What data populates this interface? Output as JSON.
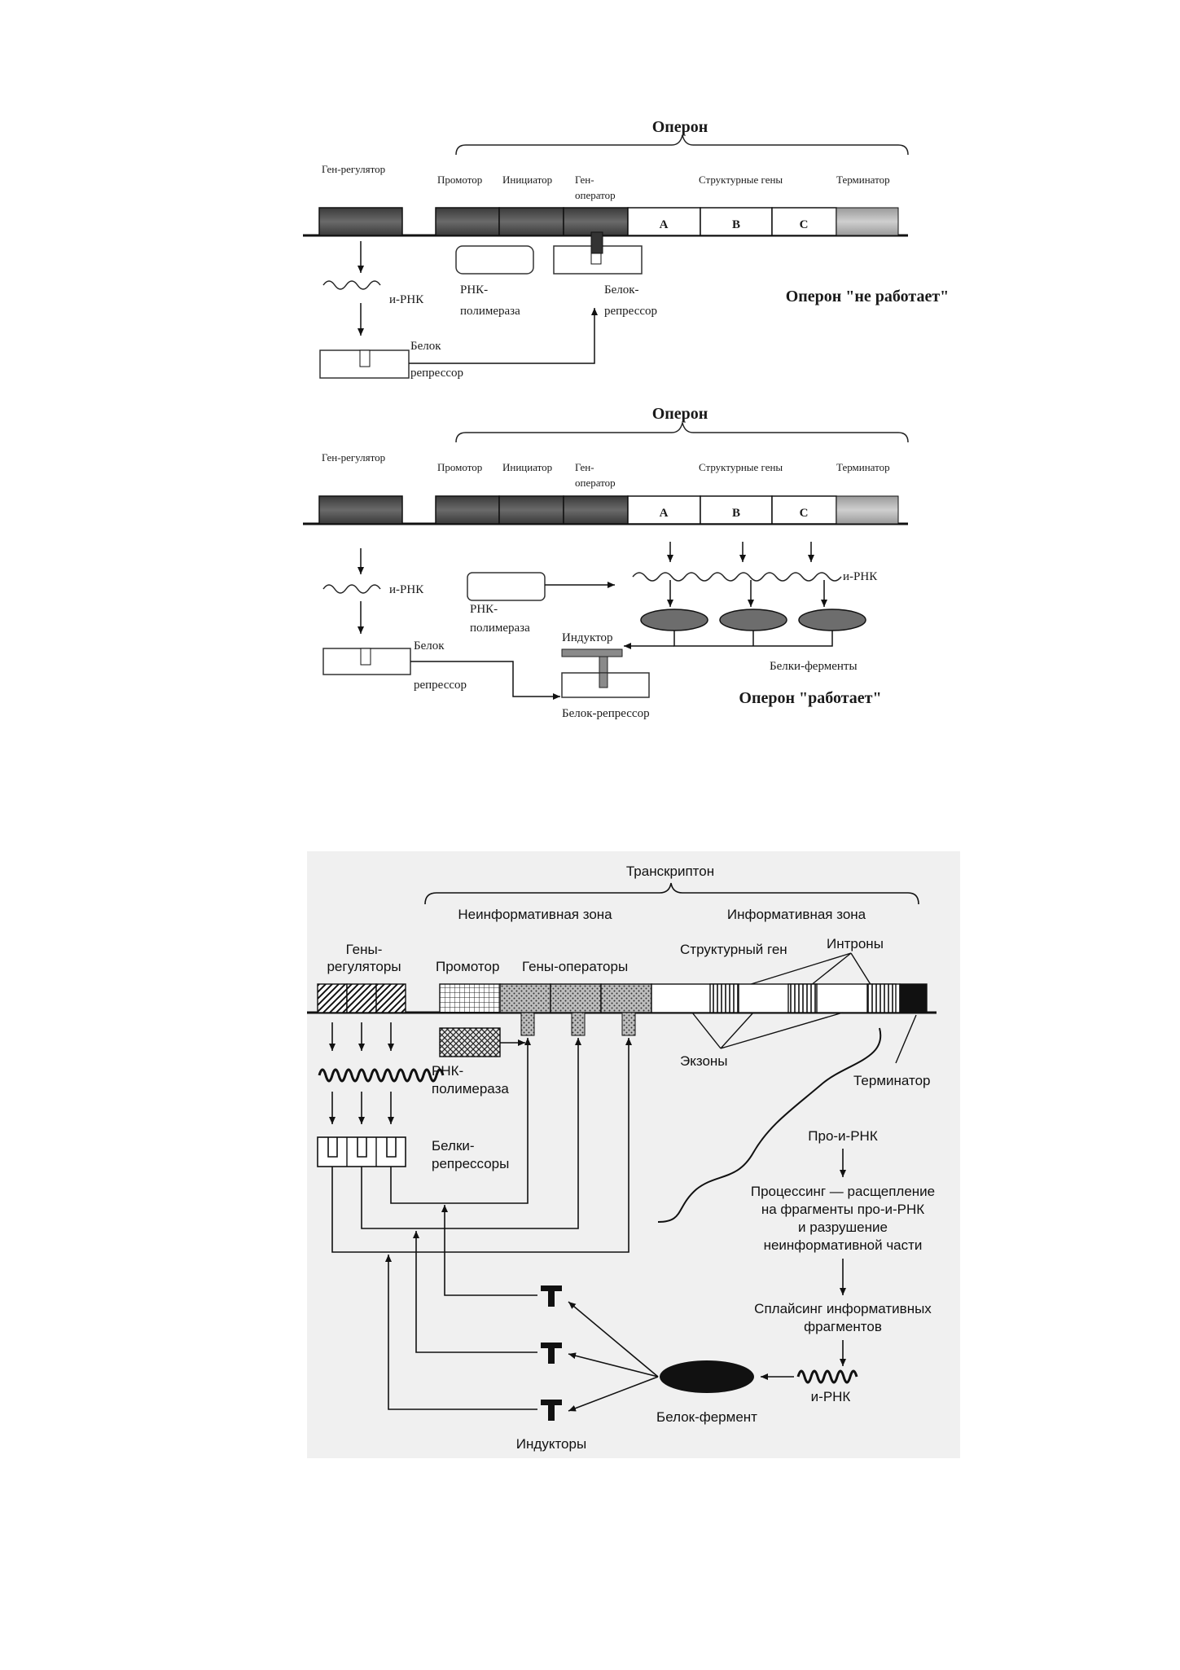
{
  "operon1": {
    "title": "Оперон",
    "gene_regulator": "Ген-регулятор",
    "promoter": "Промотор",
    "initiator": "Инициатор",
    "operator_line1": "Ген-",
    "operator_line2": "оператор",
    "structural_genes": "Структурные гены",
    "terminator": "Терминатор",
    "gene_a": "A",
    "gene_b": "B",
    "gene_c": "C",
    "mrna": "и-РНК",
    "rnap_line1": "РНК-",
    "rnap_line2": "полимераза",
    "repressor_bound_line1": "Белок-",
    "repressor_bound_line2": "репрессор",
    "repressor_line1": "Белок",
    "repressor_line2": "репрессор",
    "status": "Оперон \"не работает\""
  },
  "operon2": {
    "title": "Оперон",
    "gene_regulator": "Ген-регулятор",
    "promoter": "Промотор",
    "initiator": "Инициатор",
    "operator_line1": "Ген-",
    "operator_line2": "оператор",
    "structural_genes": "Структурные гены",
    "terminator": "Терминатор",
    "gene_a": "A",
    "gene_b": "B",
    "gene_c": "C",
    "mrna_left": "и-РНК",
    "mrna_right": "и-РНК",
    "rnap_line1": "РНК-",
    "rnap_line2": "полимераза",
    "inducer": "Индуктор",
    "enzymes": "Белки-ферменты",
    "repressor_line1": "Белок",
    "repressor_line2": "репрессор",
    "repressor_bound": "Белок-репрессор",
    "status": "Оперон \"работает\""
  },
  "transcripton": {
    "title": "Транскриптон",
    "noninformative_zone": "Неинформативная зона",
    "informative_zone": "Информативная зона",
    "regulators_line1": "Гены-",
    "regulators_line2": "регуляторы",
    "promoter": "Промотор",
    "operators": "Гены-операторы",
    "structural_gene": "Структурный ген",
    "introns": "Интроны",
    "exons": "Экзоны",
    "terminator": "Терминатор",
    "rnap_line1": "РНК-",
    "rnap_line2": "полимераза",
    "repressors_line1": "Белки-",
    "repressors_line2": "репрессоры",
    "pro_mrna": "Про-и-РНК",
    "processing_line1": "Процессинг — расщепление",
    "processing_line2": "на фрагменты про-и-РНК",
    "processing_line3": "и разрушение",
    "processing_line4": "неинформативной части",
    "splicing_line1": "Сплайсинг информативных",
    "splicing_line2": "фрагментов",
    "mrna": "и-РНК",
    "enzyme": "Белок-фермент",
    "inducers": "Индукторы"
  }
}
